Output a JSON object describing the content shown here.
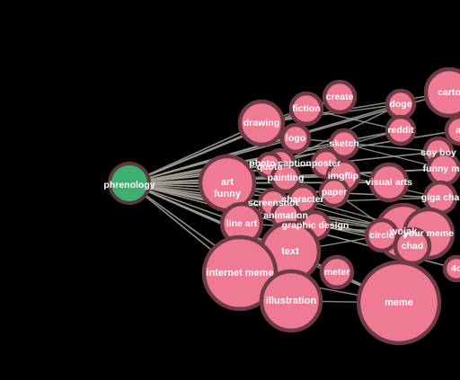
{
  "colors": {
    "background": "#000000",
    "edge": "#a39f94",
    "node_fill": "#ee7a94",
    "node_stroke": "#6f3a44",
    "hub_fill": "#3fae72",
    "hub_stroke": "#5a3a3a"
  },
  "hub": {
    "id": "phrenology",
    "label": "phrenology"
  },
  "nodes": [
    {
      "id": "drawing",
      "label": "drawing"
    },
    {
      "id": "fiction",
      "label": "fiction"
    },
    {
      "id": "create",
      "label": "create"
    },
    {
      "id": "doge",
      "label": "doge"
    },
    {
      "id": "cartoon",
      "label": "carto"
    },
    {
      "id": "logo",
      "label": "logo"
    },
    {
      "id": "reddit",
      "label": "reddit"
    },
    {
      "id": "sketch",
      "label": "sketch"
    },
    {
      "id": "soy-boy",
      "label": "soy boy"
    },
    {
      "id": "funny-meme",
      "label": "funny me"
    },
    {
      "id": "photo-caption",
      "label": "photo caption"
    },
    {
      "id": "poster",
      "label": "poster"
    },
    {
      "id": "quote",
      "label": "quote"
    },
    {
      "id": "imgflip",
      "label": "imgflip"
    },
    {
      "id": "painting",
      "label": "painting"
    },
    {
      "id": "visual-arts",
      "label": "visual arts"
    },
    {
      "id": "art",
      "label": "art"
    },
    {
      "id": "funny",
      "label": "funny"
    },
    {
      "id": "paper",
      "label": "paper"
    },
    {
      "id": "giga-chad",
      "label": "giga cha"
    },
    {
      "id": "screenshot",
      "label": "screenshot"
    },
    {
      "id": "character",
      "label": "character"
    },
    {
      "id": "animation",
      "label": "animation"
    },
    {
      "id": "line-art",
      "label": "line art"
    },
    {
      "id": "graphic-design",
      "label": "graphic design"
    },
    {
      "id": "wojak",
      "label": "wojak"
    },
    {
      "id": "circle",
      "label": "circle"
    },
    {
      "id": "your-meme",
      "label": "your meme"
    },
    {
      "id": "chad",
      "label": "chad"
    },
    {
      "id": "text",
      "label": "text"
    },
    {
      "id": "internet-meme",
      "label": "internet meme"
    },
    {
      "id": "meter",
      "label": "meter"
    },
    {
      "id": "illustration",
      "label": "illustration"
    },
    {
      "id": "meme",
      "label": "meme"
    },
    {
      "id": "4chan",
      "label": "4c"
    },
    {
      "id": "edge-a",
      "label": "a"
    }
  ]
}
